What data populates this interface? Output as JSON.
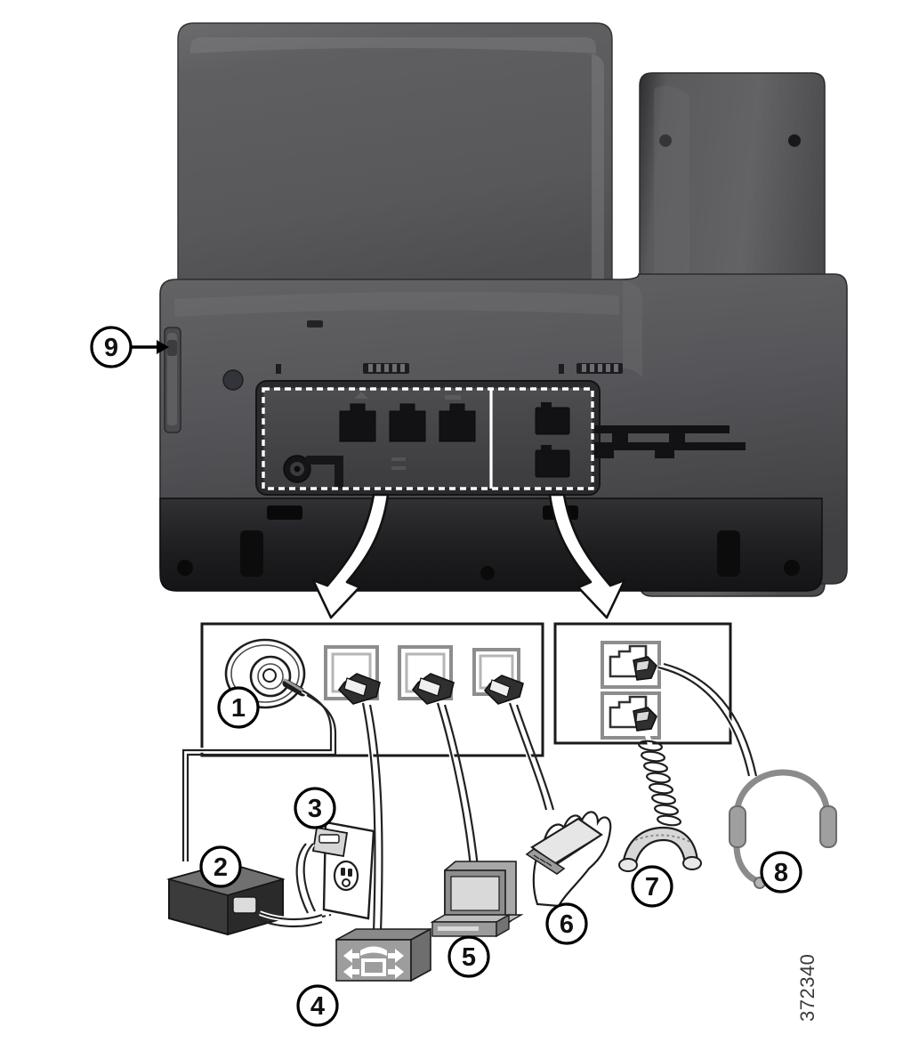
{
  "figure": {
    "title": "Cisco IP Phone rear panel connections",
    "figure_number": "372340",
    "background_color": "#ffffff"
  },
  "phone": {
    "name": "ip-phone-rear-view",
    "body_color": "#58585a",
    "base_color": "#1a1a1c",
    "screen_back_color": "#5d5d5f",
    "handset_rest_color": "#4e4e50",
    "port_bay_label": "connection-port-bay",
    "dashed_highlight_color": "#ffffff"
  },
  "callouts": [
    {
      "id": "1",
      "label": "1",
      "name": "callout-1-dc-power-connector",
      "meaning": "DC adapter port (DC48V)"
    },
    {
      "id": "2",
      "label": "2",
      "name": "callout-2-power-adapter",
      "meaning": "AC-to-DC power supply brick"
    },
    {
      "id": "3",
      "label": "3",
      "name": "callout-3-wall-outlet",
      "meaning": "AC power wall outlet"
    },
    {
      "id": "4",
      "label": "4",
      "name": "callout-4-network-switch",
      "meaning": "Network port (10/100/1000 SW) to LAN switch"
    },
    {
      "id": "5",
      "label": "5",
      "name": "callout-5-computer",
      "meaning": "Computer port (10/100/1000 PC) to desktop PC"
    },
    {
      "id": "6",
      "label": "6",
      "name": "callout-6-auxiliary-device",
      "meaning": "Auxiliary port / key expansion module"
    },
    {
      "id": "7",
      "label": "7",
      "name": "callout-7-handset",
      "meaning": "Handset port with coiled cord"
    },
    {
      "id": "8",
      "label": "8",
      "name": "callout-8-headset",
      "meaning": "Analog headset port"
    },
    {
      "id": "9",
      "label": "9",
      "name": "callout-9-side-slot",
      "meaning": "Side accessory / security slot"
    }
  ],
  "detail_boxes": {
    "left": {
      "name": "left-detail-box",
      "items": [
        "dc-power-connector",
        "network-port",
        "computer-port",
        "auxiliary-port"
      ]
    },
    "right": {
      "name": "right-detail-box",
      "items": [
        "handset-port",
        "headset-port"
      ]
    }
  },
  "arrows": [
    {
      "name": "arrow-to-left-detail-box",
      "direction": "down-left"
    },
    {
      "name": "arrow-to-right-detail-box",
      "direction": "down-right"
    }
  ]
}
